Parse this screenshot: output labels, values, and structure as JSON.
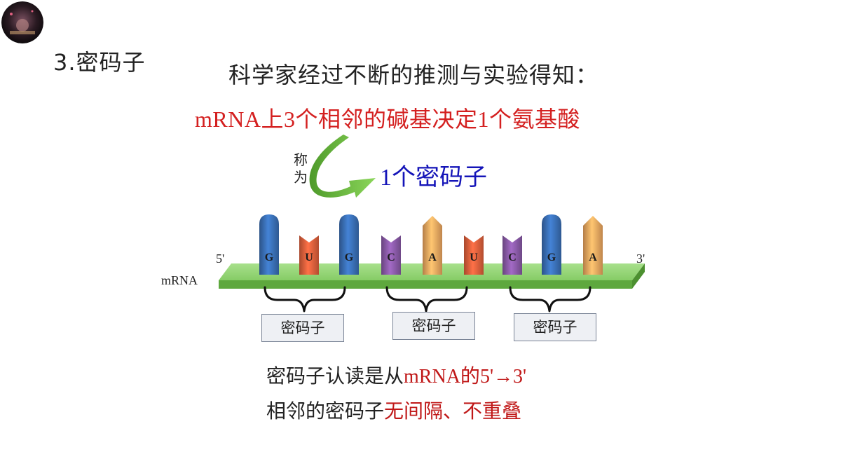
{
  "heading": "3.密码子",
  "intro": "科学家经过不断的推测与实验得知：",
  "rule": {
    "prefix": "mRNA上",
    "num1": "3",
    "middle": "个相邻的碱基决定",
    "num2": "1",
    "suffix": "个氨基酸"
  },
  "called_label": "称为",
  "codon_one": {
    "num": "1",
    "text": "个密码子"
  },
  "strand": {
    "label_5": "5'",
    "label_3": "3'",
    "label_mrna": "mRNA",
    "bases": [
      {
        "letter": "G",
        "type": "tall-round",
        "color": "#3a6fb5"
      },
      {
        "letter": "U",
        "type": "notch",
        "color": "#e0603c"
      },
      {
        "letter": "G",
        "type": "tall-round",
        "color": "#3a6fb5"
      },
      {
        "letter": "C",
        "type": "notch",
        "color": "#8a5aa8"
      },
      {
        "letter": "A",
        "type": "arrow",
        "color": "#f0a860"
      },
      {
        "letter": "U",
        "type": "notch",
        "color": "#e0603c"
      },
      {
        "letter": "C",
        "type": "notch",
        "color": "#8a5aa8"
      },
      {
        "letter": "G",
        "type": "tall-round",
        "color": "#3a6fb5"
      },
      {
        "letter": "A",
        "type": "arrow",
        "color": "#f0a860"
      }
    ],
    "codon_labels": [
      "密码子",
      "密码子",
      "密码子"
    ],
    "strand_color": "#8cd26a",
    "arrow_color": "#6bbf3e"
  },
  "line1": {
    "text": "密码子认读是从",
    "red1": "mRNA",
    "red2": "的",
    "red3": "5'→3'"
  },
  "line2": {
    "text": "相邻的密码子",
    "red": "无间隔、不重叠"
  }
}
